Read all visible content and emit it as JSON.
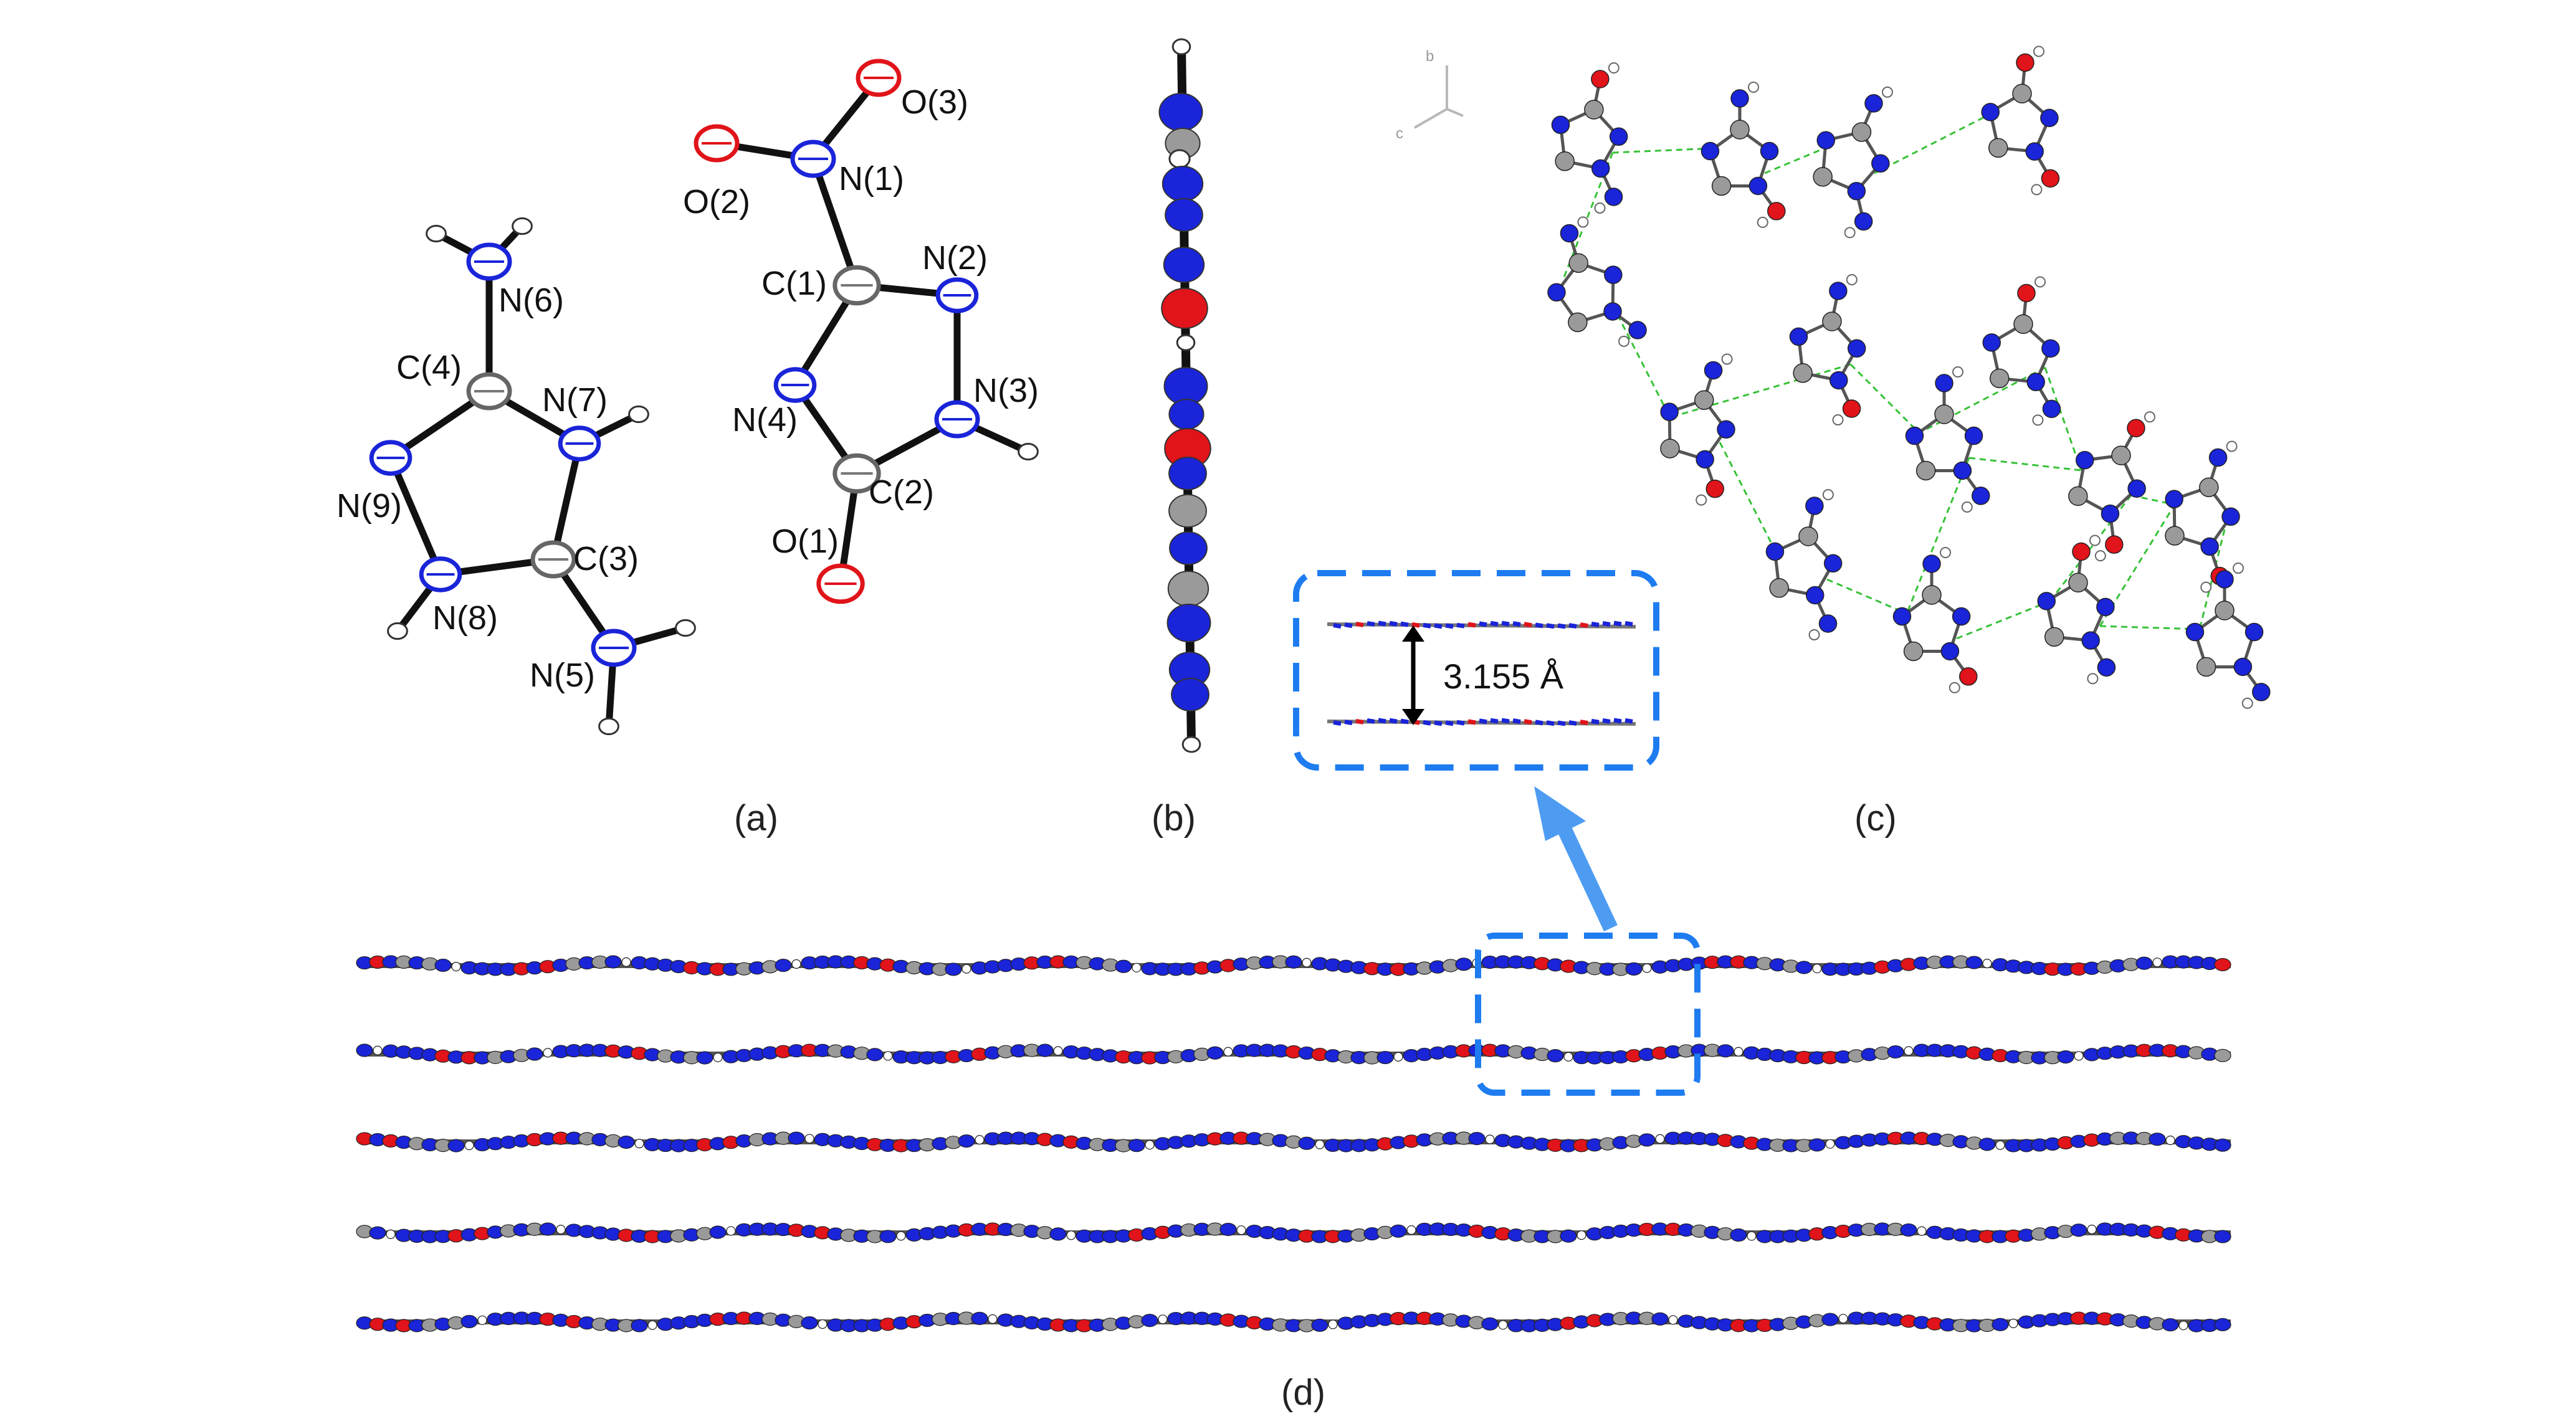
{
  "panels": {
    "a": {
      "caption": "(a)",
      "atoms": {
        "N6": "N(6)",
        "C4": "C(4)",
        "N7": "N(7)",
        "N9": "N(9)",
        "C3": "C(3)",
        "N8": "N(8)",
        "N5": "N(5)",
        "O3": "O(3)",
        "O2": "O(2)",
        "N1": "N(1)",
        "C1": "C(1)",
        "N2": "N(2)",
        "N3": "N(3)",
        "N4": "N(4)",
        "C2": "C(2)",
        "O1": "O(1)"
      }
    },
    "b": {
      "caption": "(b)"
    },
    "c": {
      "caption": "(c)",
      "axes": {
        "b": "b",
        "c": "c"
      }
    },
    "d": {
      "caption": "(d)",
      "layer_count": 5
    },
    "inset": {
      "spacing": "3.155 Å"
    }
  },
  "colors": {
    "nitrogen": "#1a24d8",
    "oxygen": "#e0141a",
    "carbon": "#9a9a9a",
    "hydrogen": "#ffffff",
    "hbond": "#36c236",
    "highlight": "#1e7cf0",
    "arrow": "#4d9cf2"
  }
}
